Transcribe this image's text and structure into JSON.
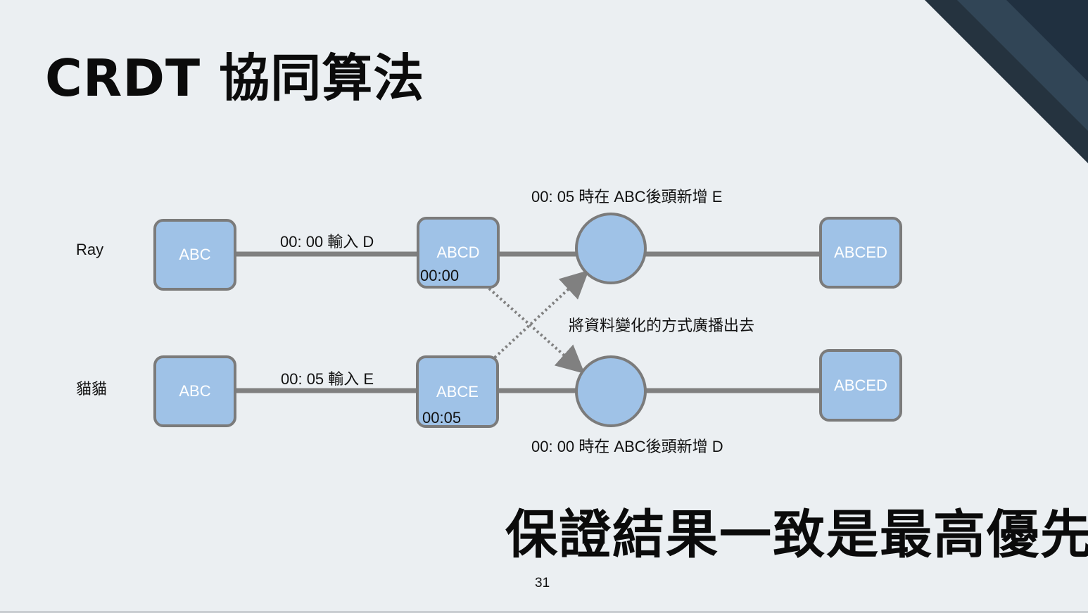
{
  "slide": {
    "title": "CRDT 協同算法",
    "conclusion": "保證結果一致是最高優先",
    "page_number": "31"
  },
  "diagram": {
    "lanes": [
      {
        "user": "Ray",
        "start_label": "ABC",
        "edit_label": "00: 00 輸入 D",
        "after_edit_label": "ABCD",
        "timestamp": "00:00",
        "merge_note": "00: 05 時在 ABC後頭新增 E",
        "final_label": "ABCED"
      },
      {
        "user": "貓貓",
        "start_label": "ABC",
        "edit_label": "00: 05 輸入 E",
        "after_edit_label": "ABCE",
        "timestamp": "00:05",
        "merge_note": "00: 00 時在 ABC後頭新增 D",
        "final_label": "ABCED"
      }
    ],
    "broadcast_label": "將資料變化的方式廣播出去"
  },
  "colors": {
    "background": "#ebeff2",
    "node_fill": "#9fc2e7",
    "node_border": "#7b7b7b",
    "corner_dark": "#25333f",
    "corner_mid": "#34495a"
  }
}
